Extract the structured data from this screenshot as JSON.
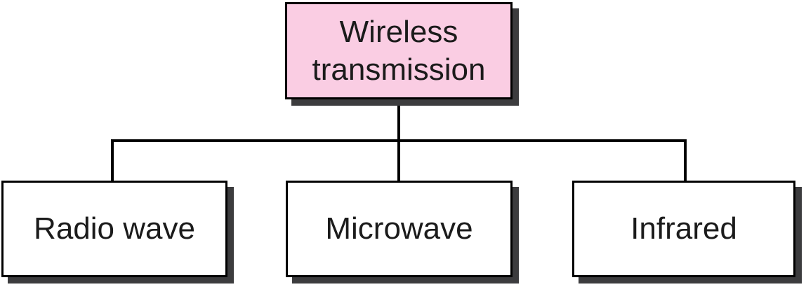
{
  "diagram": {
    "type": "hierarchy",
    "root": {
      "label": "Wireless transmission"
    },
    "children": [
      {
        "label": "Radio wave"
      },
      {
        "label": "Microwave"
      },
      {
        "label": "Infrared"
      }
    ],
    "colors": {
      "root_fill": "#facde3",
      "child_fill": "#ffffff",
      "border": "#000000",
      "connector": "#000000",
      "shadow": "#3c3c3e",
      "text": "#1b1b1b",
      "background": "#ffffff"
    }
  }
}
